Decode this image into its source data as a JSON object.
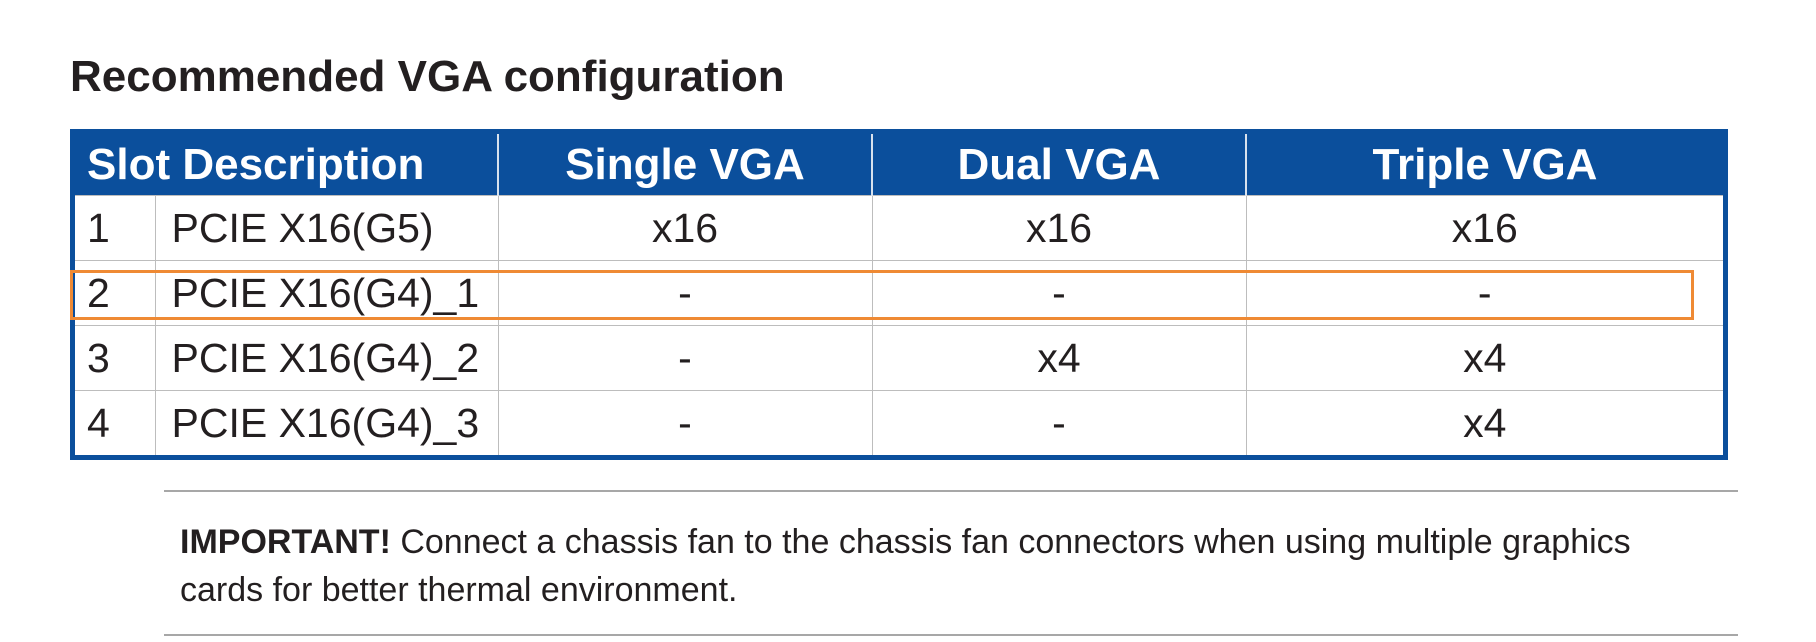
{
  "title": "Recommended VGA configuration",
  "table": {
    "headers": {
      "slot_description": "Slot Description",
      "single": "Single VGA",
      "dual": "Dual VGA",
      "triple": "Triple VGA"
    },
    "rows": [
      {
        "slot": "1",
        "desc": "PCIE X16(G5)",
        "single": "x16",
        "dual": "x16",
        "triple": "x16"
      },
      {
        "slot": "2",
        "desc": "PCIE X16(G4)_1",
        "single": "-",
        "dual": "-",
        "triple": "-"
      },
      {
        "slot": "3",
        "desc": "PCIE X16(G4)_2",
        "single": "-",
        "dual": "x4",
        "triple": "x4"
      },
      {
        "slot": "4",
        "desc": "PCIE X16(G4)_3",
        "single": "-",
        "dual": "-",
        "triple": "x4"
      }
    ],
    "highlighted_row": 2
  },
  "note": {
    "label": "IMPORTANT!",
    "text": " Connect a chassis fan to the chassis fan connectors when using multiple graphics cards for better thermal environment."
  },
  "colors": {
    "header_bg": "#0b4f9c",
    "highlight": "#ef8a34"
  }
}
